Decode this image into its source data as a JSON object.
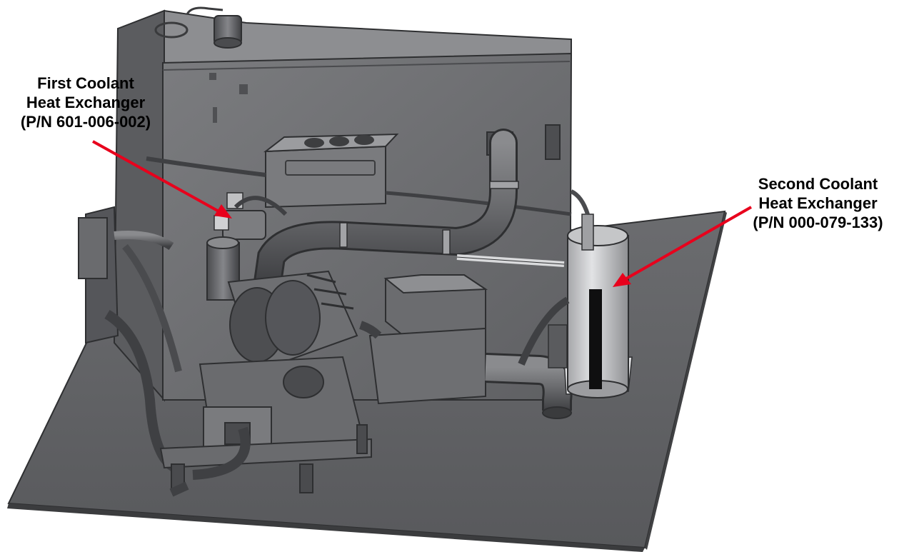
{
  "callouts": {
    "first_heat_exchanger": {
      "line1": "First Coolant",
      "line2": "Heat Exchanger",
      "line3": "(P/N 601-006-002)"
    },
    "second_heat_exchanger": {
      "line1": "Second Coolant",
      "line2": "Heat Exchanger",
      "line3": "(P/N 000-079-133)"
    }
  },
  "colors": {
    "arrow": "#e8001c",
    "label_text": "#000000",
    "base_plate": "#5e5f62",
    "cabinet": "#6d6e71",
    "component_dark": "#4a4b4e",
    "highlight_silver": "#c9cacc",
    "background": "#ffffff"
  }
}
